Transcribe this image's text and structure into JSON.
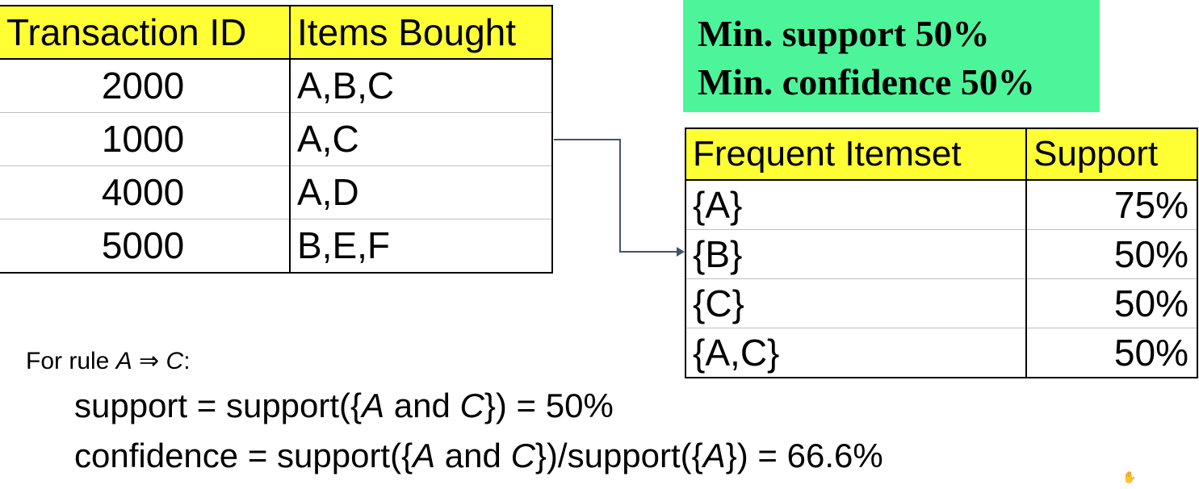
{
  "transaction_table": {
    "headers": [
      "Transaction ID",
      "Items Bought"
    ],
    "rows": [
      {
        "id": "2000",
        "items": "A,B,C"
      },
      {
        "id": "1000",
        "items": "A,C"
      },
      {
        "id": "4000",
        "items": "A,D"
      },
      {
        "id": "5000",
        "items": "B,E,F"
      }
    ]
  },
  "thresholds": {
    "min_support": "Min. support 50%",
    "min_confidence": "Min. confidence 50%"
  },
  "frequent_itemsets": {
    "headers": [
      "Frequent Itemset",
      "Support"
    ],
    "rows": [
      {
        "itemset": "{A}",
        "support": "75%"
      },
      {
        "itemset": "{B}",
        "support": "50%"
      },
      {
        "itemset": "{C}",
        "support": "50%"
      },
      {
        "itemset": "{A,C}",
        "support": "50%"
      }
    ]
  },
  "rule": {
    "intro_prefix": "For rule ",
    "intro_lhs": "A",
    "intro_arrow": " ⇒ ",
    "intro_rhs": "C",
    "intro_suffix": ":",
    "support": {
      "p1": "support = support({",
      "a": "A",
      "p2": " and ",
      "c": "C",
      "p3": "}) = 50%"
    },
    "confidence": {
      "p1": "confidence = support({",
      "a": "A",
      "p2": " and ",
      "c": "C",
      "p3": "})/support({",
      "a2": "A",
      "p4": "}) = 66.6%"
    }
  },
  "colors": {
    "header_yellow": "#ffff33",
    "threshold_green": "#4cf59a",
    "connector": "#44546a"
  },
  "icons": {
    "cursor": "hand-cursor-icon"
  }
}
